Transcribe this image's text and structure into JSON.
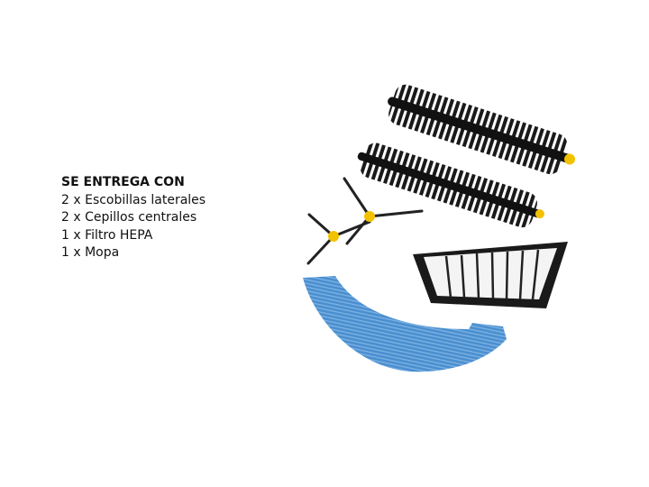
{
  "caption": {
    "title": "SE ENTREGA CON",
    "items": [
      "2 x Escobillas laterales",
      "2 x Cepillos centrales",
      "1 x Filtro HEPA",
      "1 x Mopa"
    ]
  },
  "colors": {
    "brush_black": "#1a1a1a",
    "hub_yellow": "#f2c200",
    "mop_blue": "#4a8fd0",
    "filter_white": "#f4f4f4"
  }
}
